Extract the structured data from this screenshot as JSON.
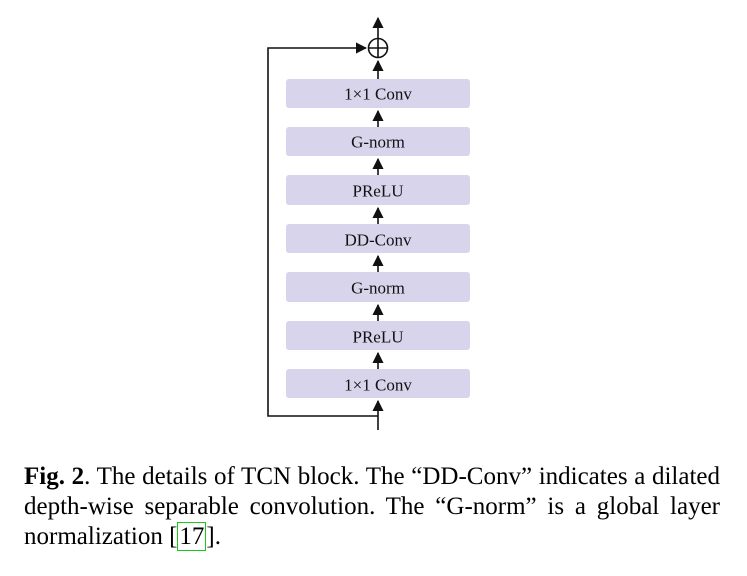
{
  "diagram": {
    "blocks": [
      {
        "label": "1×1 Conv"
      },
      {
        "label": "G-norm"
      },
      {
        "label": "PReLU"
      },
      {
        "label": "DD-Conv"
      },
      {
        "label": "G-norm"
      },
      {
        "label": "PReLU"
      },
      {
        "label": "1×1 Conv"
      }
    ]
  },
  "caption": {
    "fig_label": "Fig. 2",
    "text_before_ref": ". The details of TCN block. The “DD-Conv” indicates a dilated depth-wise separable convolution. The “G-norm” is a global layer normalization ",
    "ref_open": "[",
    "ref_number": "17",
    "ref_close": "]",
    "text_after_ref": "."
  },
  "colors": {
    "block_fill": "#d8d4eb",
    "line": "#111111",
    "ref_box": "#19c919"
  }
}
